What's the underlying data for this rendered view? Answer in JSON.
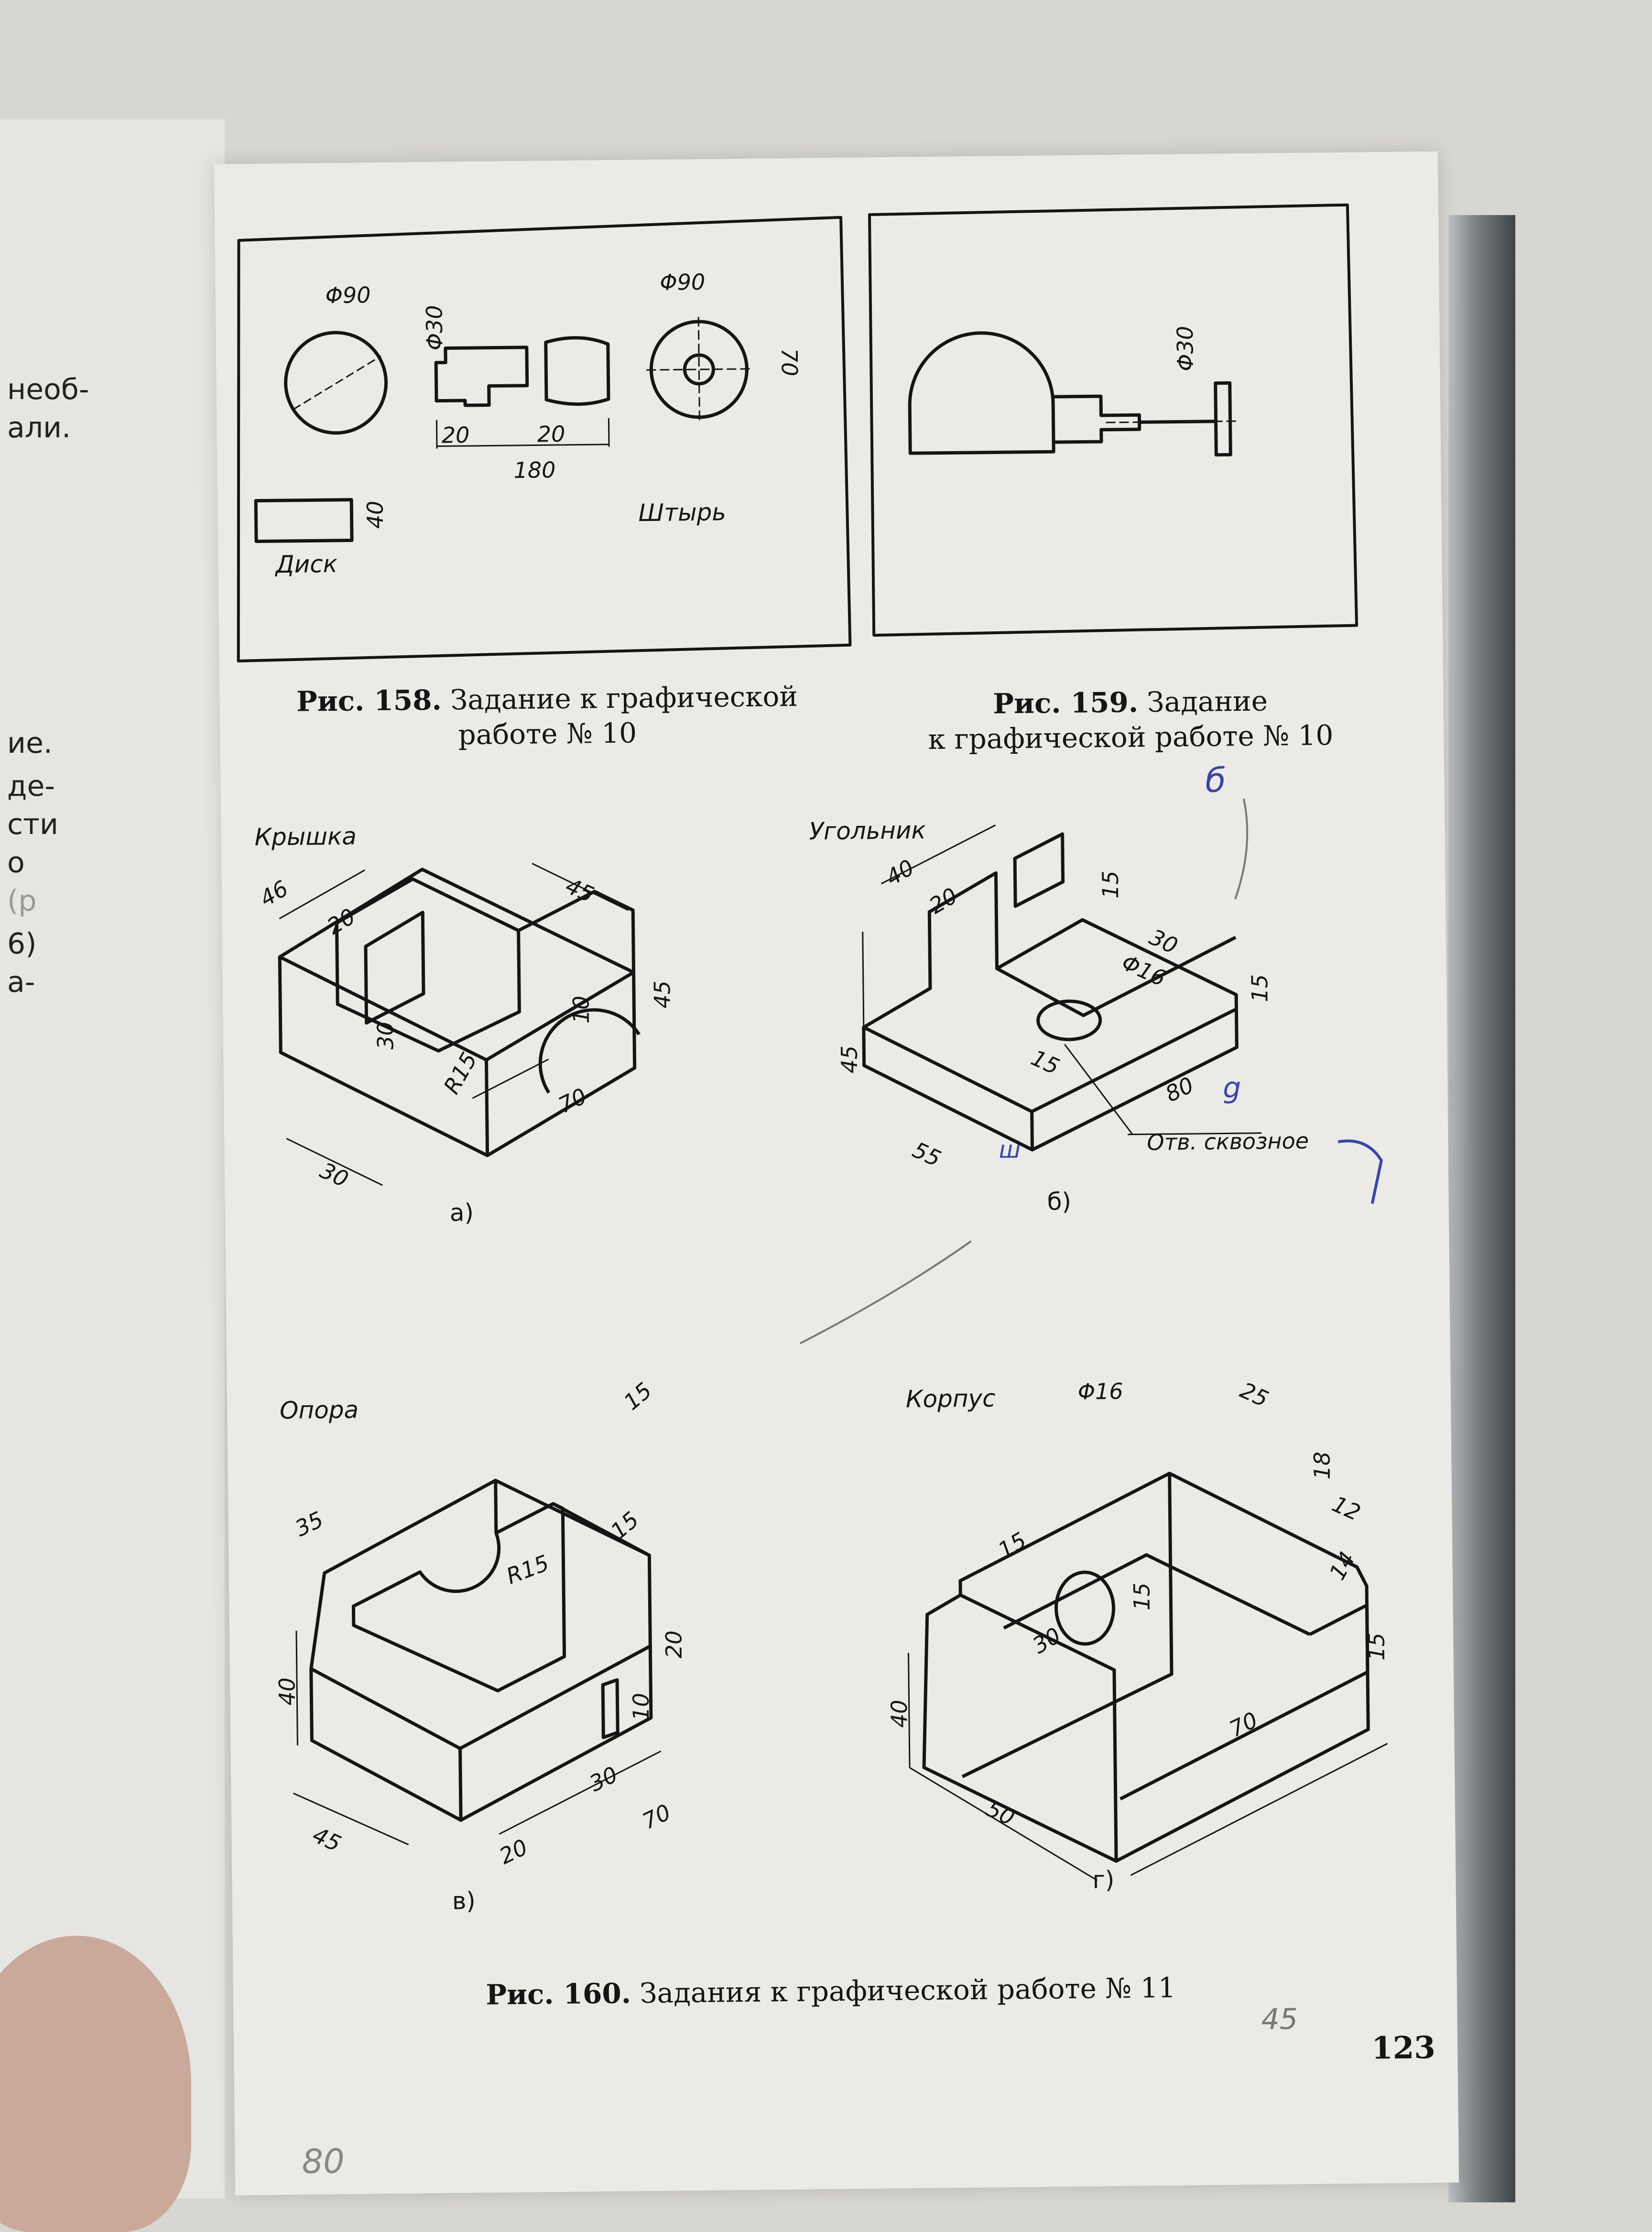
{
  "prev_page": {
    "lines": [
      "необ-",
      "али.",
      "ие.",
      "де-",
      "сти",
      "о",
      "(р",
      "6)",
      "а-"
    ]
  },
  "fig158": {
    "caption_num": "Рис. 158.",
    "caption_text": "Задание к графической",
    "caption_text2": "работе № 10",
    "labels": {
      "disk": "Диск",
      "pin": "Штырь",
      "d90a": "Φ90",
      "d90b": "Φ90",
      "d30": "Φ30",
      "d20a": "20",
      "d20b": "20",
      "d180": "180",
      "d70": "70",
      "d40": "40"
    }
  },
  "fig159": {
    "caption_num": "Рис. 159.",
    "caption_text": "Задание",
    "caption_text2": "к графической работе № 10",
    "labels": {
      "d30": "Φ30"
    }
  },
  "fig160": {
    "caption_num": "Рис. 160.",
    "caption_text": "Задания к графической работе № 11",
    "parts": {
      "a": {
        "title": "Крышка",
        "tag": "а)",
        "dims": [
          "46",
          "20",
          "45",
          "10",
          "45",
          "30",
          "R15",
          "70",
          "30"
        ]
      },
      "b": {
        "title": "Угольник",
        "tag": "б)",
        "dims": [
          "40",
          "20",
          "15",
          "30",
          "Φ16",
          "15",
          "45",
          "15",
          "80",
          "55"
        ],
        "note": "Отв. сквозное"
      },
      "v": {
        "title": "Опора",
        "tag": "в)",
        "dims": [
          "15",
          "35",
          "15",
          "R15",
          "40",
          "20",
          "10",
          "30",
          "45",
          "20",
          "70"
        ]
      },
      "g": {
        "title": "Корпус",
        "tag": "г)",
        "dims": [
          "Φ16",
          "25",
          "18",
          "12",
          "15",
          "15",
          "14",
          "30",
          "40",
          "15",
          "70",
          "50"
        ]
      }
    }
  },
  "page_number": "123",
  "handwriting": [
    "б",
    "ш",
    "g",
    "45",
    "80"
  ]
}
